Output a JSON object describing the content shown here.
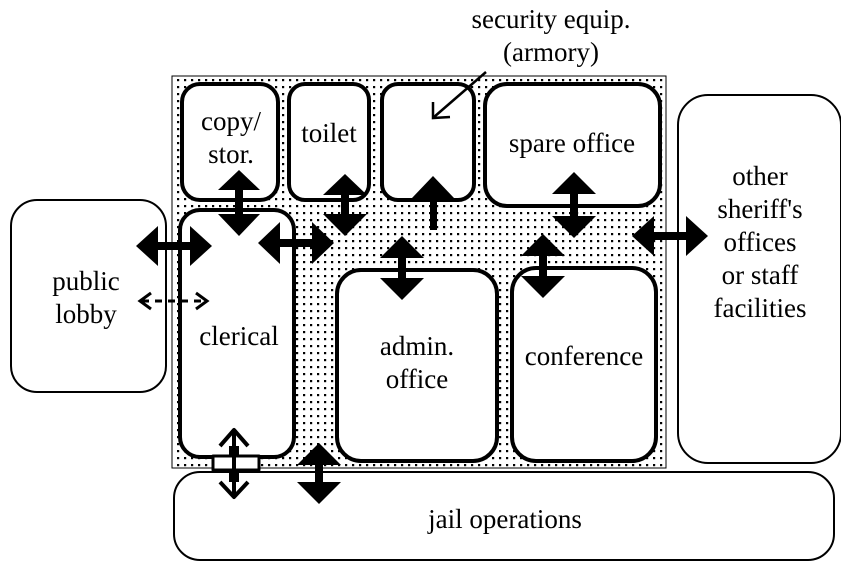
{
  "diagram": {
    "annotation": {
      "line1": "security equip.",
      "line2": "(armory)"
    },
    "rooms": {
      "copy_storage": [
        "copy/",
        "stor."
      ],
      "toilet": "toilet",
      "spare_office": "spare office",
      "other_offices": [
        "other",
        "sheriff's",
        "offices",
        "or staff",
        "facilities"
      ],
      "public_lobby": [
        "public",
        "lobby"
      ],
      "clerical": "clerical",
      "admin_office": [
        "admin.",
        "office"
      ],
      "conference": "conference",
      "jail_operations": "jail operations"
    }
  }
}
